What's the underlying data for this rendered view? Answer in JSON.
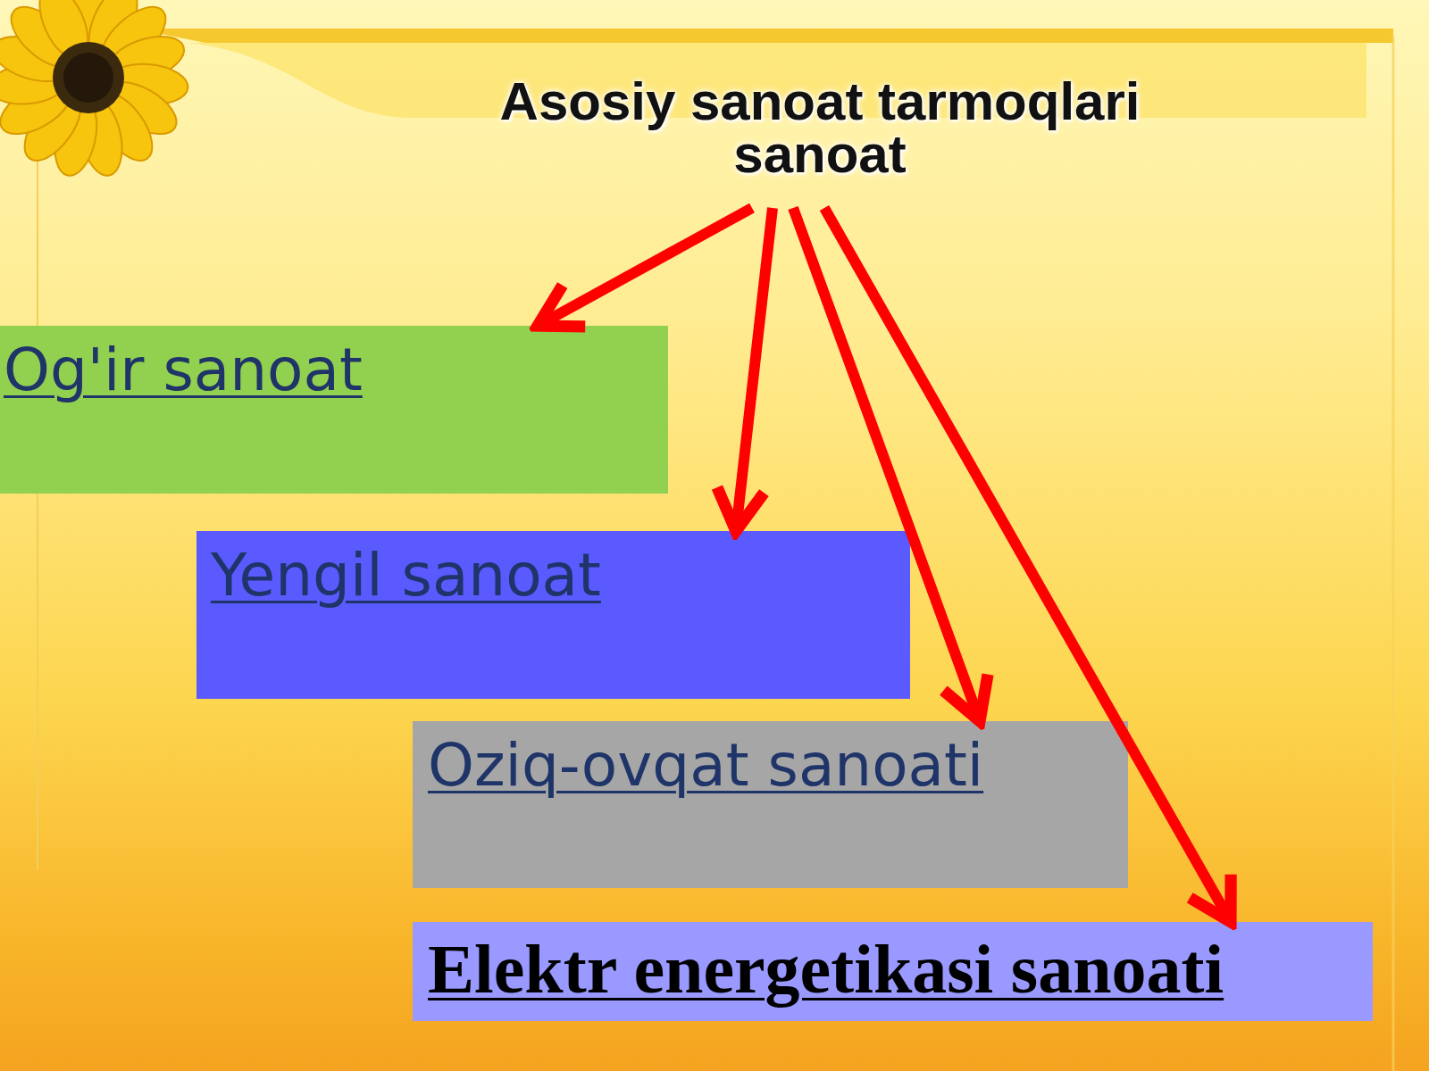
{
  "diagram": {
    "nodes": [
      {
        "text": [
          "Asosiy sanoat tarmoqlari sanoat"
        ]
      },
      {
        "text": [
          "Og'ir sanoat"
        ]
      },
      {
        "text": [
          "Yengil sanoat"
        ]
      },
      {
        "text": [
          "Oziq-ovqat sanoati"
        ]
      },
      {
        "text": [
          "Elektr energetikasi sanoati"
        ]
      }
    ],
    "edges": [
      {
        "from": 0,
        "to": 1,
        "arrow": "to"
      },
      {
        "from": 0,
        "to": 2,
        "arrow": "to"
      },
      {
        "from": 0,
        "to": 3,
        "arrow": "to"
      },
      {
        "from": 0,
        "to": 4,
        "arrow": "to"
      }
    ]
  }
}
